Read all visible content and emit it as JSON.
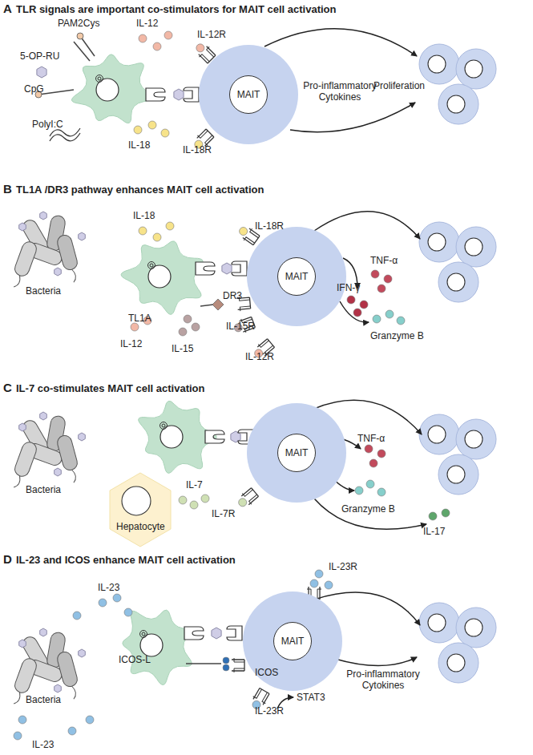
{
  "diagram": {
    "nodes": [
      {
        "text": [
          "MAIT"
        ]
      },
      {
        "text": [
          "MAIT"
        ]
      },
      {
        "text": [
          "MAIT"
        ]
      },
      {
        "text": [
          "MAIT"
        ]
      }
    ],
    "labels": [
      "A",
      "TLR signals are important co-stimulators for MAIT cell activation",
      "PAM2Cys",
      "IL-12",
      "5-OP-RU",
      "CpG",
      "PolyI:C",
      "IL-18",
      "IL-12R",
      "IL-18R",
      "Pro-inflammatory Cytokines",
      "Proliferation",
      "B",
      "TL1A /DR3 pathway enhances MAIT cell activation",
      "Bacteria",
      "IL-18",
      "IL-18R",
      "TL1A",
      "DR3",
      "IL-12",
      "IL-15",
      "IL-15R",
      "IL-12R",
      "TNF-α",
      "IFN-γ",
      "Granzyme B",
      "C",
      "IL-7 co-stimulates MAIT cell activation",
      "Bacteria",
      "IL-7",
      "IL-7R",
      "Hepatocyte",
      "TNF-α",
      "Granzyme B",
      "IL-17",
      "D",
      "IL-23 and ICOS enhance MAIT cell activation",
      "IL-23",
      "IL-23R",
      "ICOS-L",
      "ICOS",
      "Bacteria",
      "STAT3",
      "IL-23R",
      "IL-23",
      "Pro-inflammatory Cytokines"
    ]
  }
}
